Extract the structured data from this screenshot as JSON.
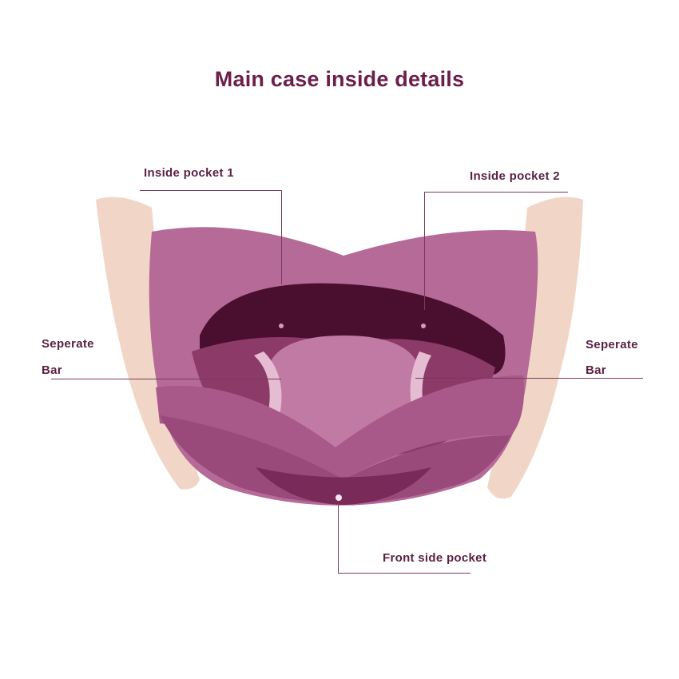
{
  "title": "Main case inside details",
  "labels": {
    "inside_pocket_1": "Inside pocket 1",
    "inside_pocket_2": "Inside pocket 2",
    "separate_bar_left_line1": "Seperate",
    "separate_bar_left_line2": "Bar",
    "separate_bar_right_line1": "Seperate",
    "separate_bar_right_line2": "Bar",
    "front_side_pocket": "Front side pocket"
  },
  "colors": {
    "title": "#6b1f4a",
    "label": "#5a2244",
    "callout_line": "#7a3a5e",
    "bag_fabric": "#b56a98",
    "bag_fabric_dark": "#8c3f6e",
    "bag_interior": "#4a0f2e",
    "bag_lining": "#a04a78",
    "skin": "#f1d6c8"
  }
}
